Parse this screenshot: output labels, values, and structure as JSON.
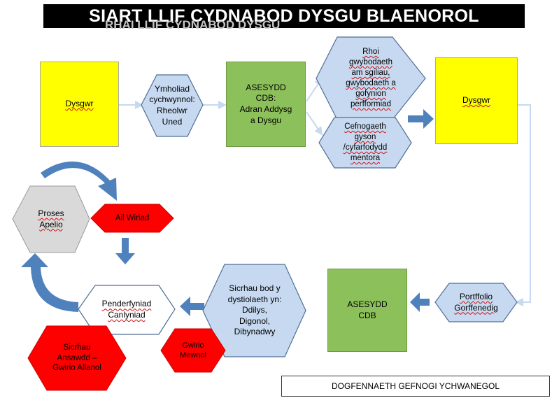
{
  "title": "SIART LLIF CYDNABOD DYSGU BLAENOROL",
  "ghost_title": "RHAI LLIF CYDNABOD DYSGU",
  "nodes": {
    "dysgwr_start": "Dysgwr",
    "ymholiad": "Ymholiad\ncychwynnol:\nRheolwr\nUned",
    "asesydd_cdb_top": "ASESYDD\nCDB:\nAdran Addysg\na Dysgu",
    "rhoi_gwybodaeth": "Rhoi\ngwybodaeth\nam sgiliau,\ngwybodaeth a\ngofynion\nperfformiad",
    "cefnogaeth": "Cefnogaeth\ngyson\n/cyfarfodydd\nmentora",
    "dysgwr_end": "Dysgwr",
    "portffolio": "Portffolio\nGorffenedig",
    "asesydd_cdb_bottom": "ASESYDD\nCDB",
    "sicrhau_bod": "Sicrhau bod y\ndystiolaeth yn:\nDdilys,\nDigonol,\nDibynadwy",
    "gwirio_mewnol": "Gwirio\nMewnol",
    "penderfyniad": "Penderfyniad\nCanlyniad",
    "sicrhau_ansawdd": "Sicrhau\nAnsawdd –\nGwirio Allanol",
    "ail_wiriad": "Ail Wiriad",
    "proses_apelio": "Proses\nApelio"
  },
  "footer": "DOGFENNAETH GEFNOGI YCHWANEGOL",
  "colors": {
    "yellow": "#ffff00",
    "green": "#8cc05a",
    "hex_blue": "#c6d9f0",
    "hex_stroke": "#4f6f96",
    "red": "#ff0000",
    "grey": "#d9d9d9",
    "arrow_blue": "#4f81bd",
    "connector": "#c6d9f0"
  }
}
